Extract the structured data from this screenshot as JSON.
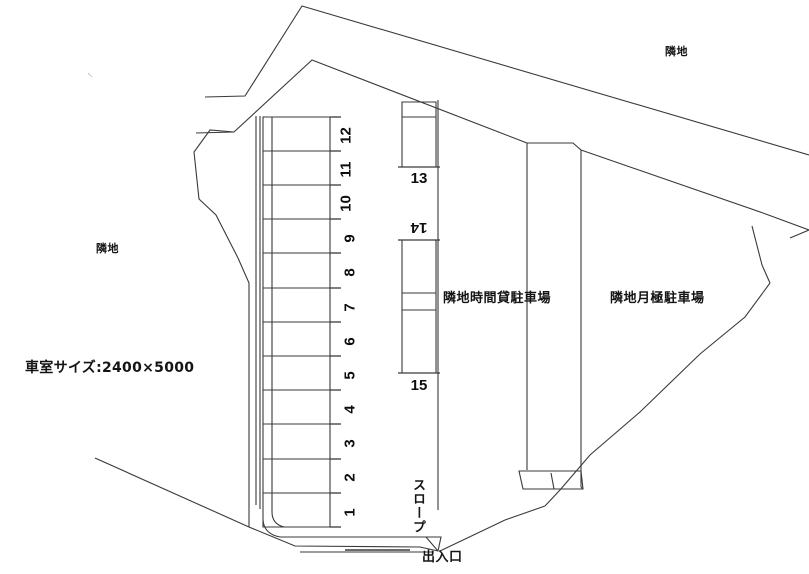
{
  "document": {
    "kind": "parking-lot-site-plan",
    "background_color": "#ffffff",
    "line_color": "#333333",
    "text_color": "#141414"
  },
  "annotations": {
    "spec_note": "車室サイズ:2400×5000",
    "neighbor_left": "隣地",
    "neighbor_top_right": "隣地",
    "hourly_parking": "隣地時間貸駐車場",
    "monthly_parking": "隣地月極駐車場",
    "slope": "スロープ",
    "entrance_exit": "出入口"
  },
  "stalls": {
    "main_row": {
      "numbers": [
        "1",
        "2",
        "3",
        "4",
        "5",
        "6",
        "7",
        "8",
        "9",
        "10",
        "11",
        "12"
      ],
      "orientation": "rotated-90"
    },
    "middle_column": {
      "numbers": [
        "13",
        "14",
        "15"
      ],
      "orientation_13": "upright",
      "orientation_14": "flipped-180",
      "orientation_15": "upright"
    }
  },
  "stall_size": {
    "width_mm": "2400",
    "length_mm": "5000",
    "separator": "×"
  }
}
